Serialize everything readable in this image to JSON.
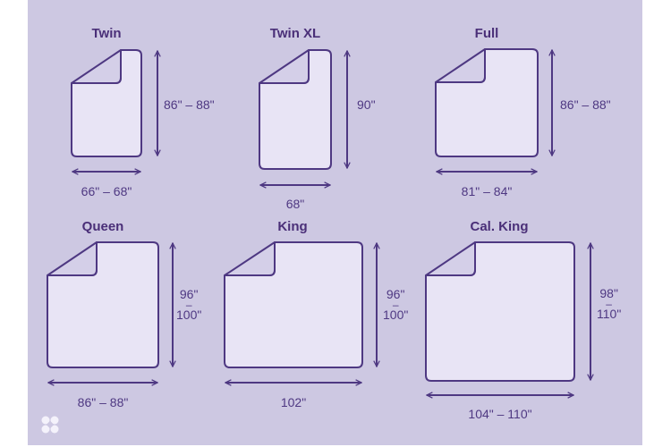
{
  "colors": {
    "panel": "#cdc8e2",
    "outline": "#4e3882",
    "blanket_fill": "#e8e4f5",
    "fold_fill": "#d4cfe8",
    "logo": "#f4f2fb"
  },
  "sizes": [
    {
      "name": "Twin",
      "width": "66\" – 68\"",
      "length": "86\" – 88\""
    },
    {
      "name": "Twin XL",
      "width": "68\"",
      "length": "90\""
    },
    {
      "name": "Full",
      "width": "81\" – 84\"",
      "length": "86\" – 88\""
    },
    {
      "name": "Queen",
      "width": "86\" – 88\"",
      "length_top": "96\"",
      "length_sep": "–",
      "length_bottom": "100\""
    },
    {
      "name": "King",
      "width": "102\"",
      "length_top": "96\"",
      "length_sep": "–",
      "length_bottom": "100\""
    },
    {
      "name": "Cal. King",
      "width": "104\" – 110\"",
      "length_top": "98\"",
      "length_sep": "–",
      "length_bottom": "110\""
    }
  ],
  "logo": {
    "icon": "brand-flower-icon"
  }
}
